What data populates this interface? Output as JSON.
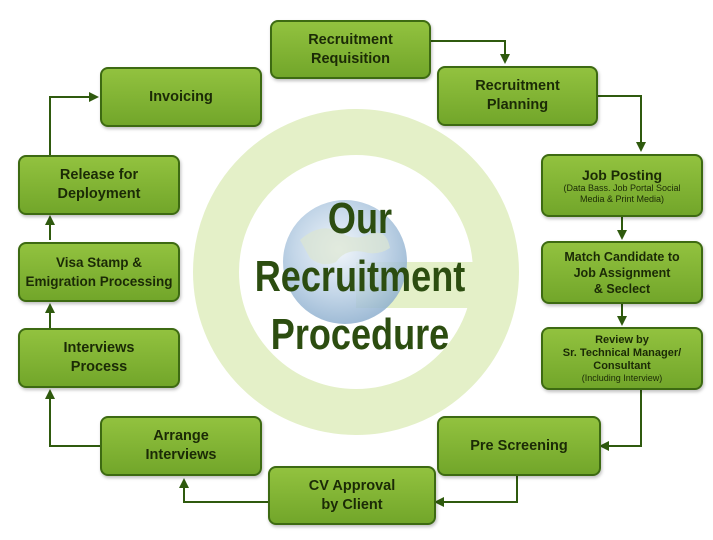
{
  "title": {
    "line1": "Our",
    "line2": "Recruitment",
    "line3": "Procedure"
  },
  "steps": {
    "requisition": {
      "line1": "Recruitment",
      "line2": "Requisition"
    },
    "planning": {
      "line1": "Recruitment",
      "line2": "Planning"
    },
    "job_posting": {
      "title": "Job Posting",
      "sub1": "(Data Bass. Job Portal Social",
      "sub2": "Media & Print Media)"
    },
    "match": {
      "line1": "Match Candidate to",
      "line2": "Job Assignment",
      "line3": "& Seclect"
    },
    "review": {
      "line1": "Review by",
      "line2": "Sr. Technical Manager/",
      "line3": "Consultant",
      "sub": "(Including Interview)"
    },
    "pre_screening": {
      "line1": "Pre Screening"
    },
    "cv_approval": {
      "line1": "CV Approval",
      "line2": "by Client"
    },
    "arrange": {
      "line1": "Arrange",
      "line2": "Interviews"
    },
    "interviews_process": {
      "line1": "Interviews",
      "line2": "Process"
    },
    "visa": {
      "line1": "Visa Stamp &",
      "line2": "Emigration Processing"
    },
    "release": {
      "line1": "Release for",
      "line2": "Deployment"
    },
    "invoicing": {
      "line1": "Invoicing"
    }
  },
  "colors": {
    "box_fill_top": "#92c23f",
    "box_fill_bottom": "#72a62a",
    "box_border": "#3d6a12",
    "arrow": "#2f5a0e",
    "title_text": "#2c4d10",
    "ring": "#e4f0c8"
  }
}
